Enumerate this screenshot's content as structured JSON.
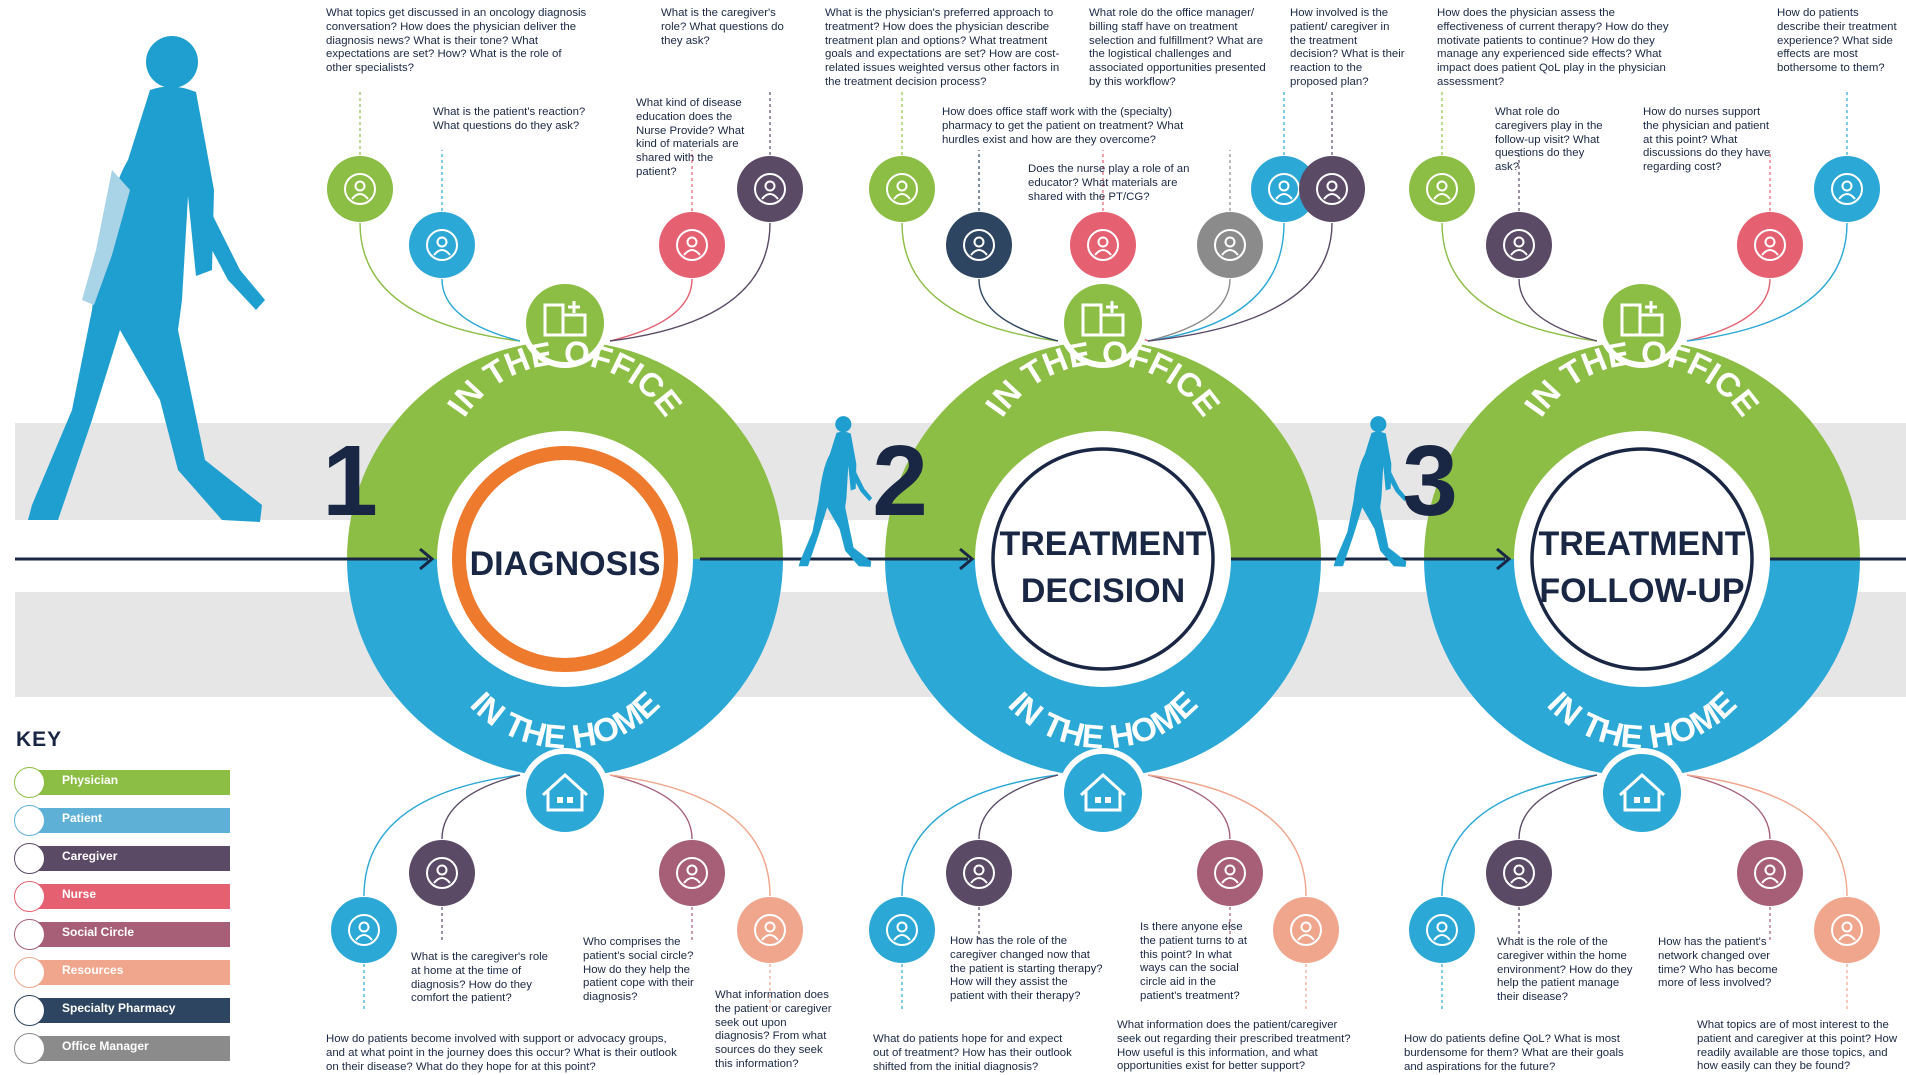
{
  "colors": {
    "physician": "#8cbd44",
    "patient": "#2ba8d6",
    "caregiver": "#5a4a66",
    "nurse": "#e56071",
    "social_circle": "#a65f77",
    "resources": "#efa68c",
    "specialty_pharmacy": "#2d4560",
    "office_manager": "#8b8b8b",
    "navy": "#1a2744",
    "diagnosis_ring": "#ee7a2e",
    "band": "#e6e6e6"
  },
  "stages": [
    {
      "number": "1",
      "center_line1": "DIAGNOSIS",
      "center_line2": "",
      "office_label": "IN THE OFFICE",
      "home_label": "IN THE HOME"
    },
    {
      "number": "2",
      "center_line1": "TREATMENT",
      "center_line2": "DECISION",
      "office_label": "IN THE OFFICE",
      "home_label": "IN THE HOME"
    },
    {
      "number": "3",
      "center_line1": "TREATMENT",
      "center_line2": "FOLLOW-UP",
      "office_label": "IN THE OFFICE",
      "home_label": "IN THE HOME"
    }
  ],
  "questions": {
    "s1_physician": "What topics get discussed in an oncology diagnosis conversation? How does the physician deliver the diagnosis news? What is their tone? What expectations are set? How? What is the role of other specialists?",
    "s1_patient_office": "What is the patient's reaction? What questions do they ask?",
    "s1_nurse_office": "What kind of disease education does the Nurse Provide? What kind of materials are shared with the patient?",
    "s1_caregiver_office": "What is the caregiver's role? What questions do they ask?",
    "s1_caregiver_home": "What is the caregiver's role at home at the time of diagnosis? How do they comfort the patient?",
    "s1_social_home": "Who comprises the patient's social circle? How do they help the patient cope with their diagnosis?",
    "s1_resources_home": "What information does the patient or caregiver seek out upon diagnosis? From what sources do they seek this information?",
    "s1_patient_home": "How do patients become involved with support or advocacy groups, and at what point in the journey does this occur? What is their outlook on their disease? What do they hope for at this point?",
    "s2_physician": "What is the physician's preferred approach to treatment? How does the physician describe treatment plan and options? What treatment goals and expectations are set? How are cost-related issues weighted versus other factors in the treatment decision process?",
    "s2_office_manager": "What role do the office manager/ billing staff have on treatment selection and fulfillment? What are the logistical challenges and associated opportunities presented by this workflow?",
    "s2_patient_caregiver": "How involved is the patient/ caregiver in the treatment decision? What is their reaction to the proposed plan?",
    "s2_pharmacy": "How does office staff work with the (specialty) pharmacy to get the patient on treatment? What hurdles exist and how are they overcome?",
    "s2_nurse": "Does the nurse play a role of an educator? What materials are shared with the PT/CG?",
    "s2_caregiver_home": "How has the role of the caregiver changed now that the patient is starting therapy? How will they assist the patient with their therapy?",
    "s2_social_home": "Is there anyone else the patient turns to at this point? In what ways can the social circle aid in the patient's treatment?",
    "s2_patient_home": "What do patients hope for and expect out of treatment? How has their outlook shifted from the initial diagnosis?",
    "s2_resources_home": "What information does the patient/caregiver seek out regarding their prescribed treatment? How useful is this information, and what opportunities exist for better support?",
    "s3_physician": "How does the physician assess the effectiveness of current therapy? How do they motivate patients to continue? How do they manage any experienced side effects? What impact does patient QoL play in the physician assessment?",
    "s3_patient_office": "How do patients describe their treatment experience? What side effects are most bothersome to them?",
    "s3_caregiver_office": "What role do caregivers play in the follow-up visit? What questions do they ask?",
    "s3_nurse": "How do nurses support the physician and patient at this point? What discussions do they have regarding cost?",
    "s3_caregiver_home": "What is the role of the caregiver within the home environment? How do they help the patient manage their disease?",
    "s3_social_home": "How has the patient's network changed over time? Who has become more of less involved?",
    "s3_patient_home": "How do patients define QoL? What is most burdensome for them? What are their goals and aspirations for the future?",
    "s3_resources_home": "What topics are of most interest to the patient and caregiver at this point? How readily available are those topics, and how easily can they be found?"
  },
  "key": {
    "title": "KEY",
    "items": [
      {
        "label": "Physician",
        "color": "#8cbd44",
        "icon": "physician-icon"
      },
      {
        "label": "Patient",
        "color": "#5fb0d6",
        "icon": "patient-icon"
      },
      {
        "label": "Caregiver",
        "color": "#5a4a66",
        "icon": "caregiver-icon"
      },
      {
        "label": "Nurse",
        "color": "#e56071",
        "icon": "nurse-icon"
      },
      {
        "label": "Social Circle",
        "color": "#a65f77",
        "icon": "social-circle-icon"
      },
      {
        "label": "Resources",
        "color": "#efa68c",
        "icon": "resources-icon"
      },
      {
        "label": "Specialty Pharmacy",
        "color": "#2d4560",
        "icon": "specialty-pharmacy-icon"
      },
      {
        "label": "Office Manager",
        "color": "#8b8b8b",
        "icon": "office-manager-icon"
      }
    ]
  }
}
